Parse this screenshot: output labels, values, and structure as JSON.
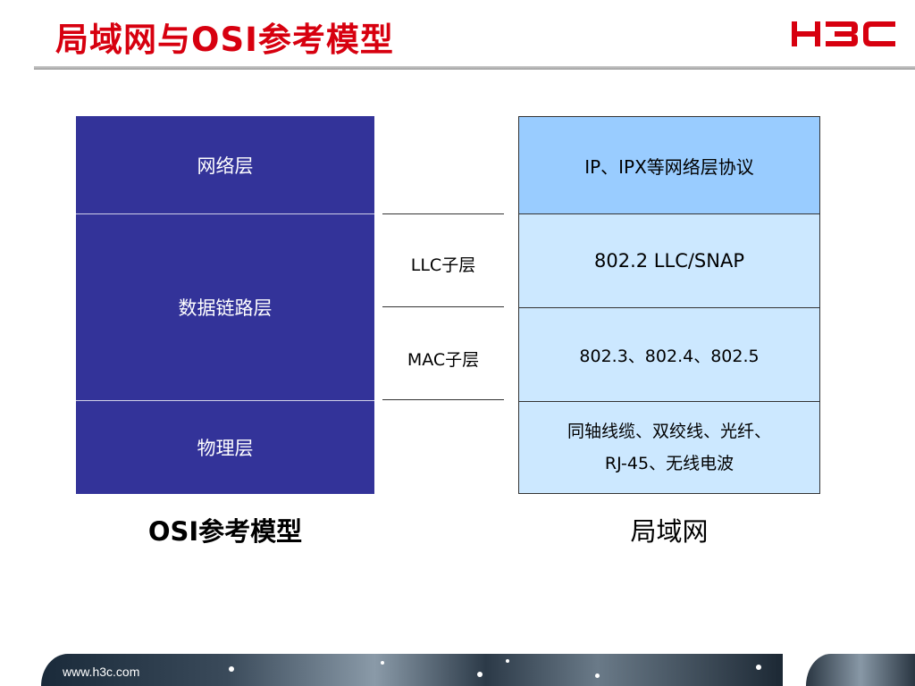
{
  "slide": {
    "title": "局域网与OSI参考模型",
    "logo_text": "H3C",
    "footer_url": "www.h3c.com"
  },
  "osi_model": {
    "layers": [
      "网络层",
      "数据链路层",
      "物理层"
    ],
    "caption": "OSI参考模型"
  },
  "sublayers": [
    "LLC子层",
    "MAC子层"
  ],
  "lan": {
    "rows": [
      "IP、IPX等网络层协议",
      "802.2 LLC/SNAP",
      "802.3、802.4、802.5",
      "同轴线缆、双绞线、光纤、"
    ],
    "row4_line2": "RJ-45、无线电波",
    "caption": "局域网"
  },
  "colors": {
    "title_red": "#d7000f",
    "osi_blue": "#333399",
    "lan_top": "#99ccff",
    "lan_cell": "#cce8ff"
  }
}
